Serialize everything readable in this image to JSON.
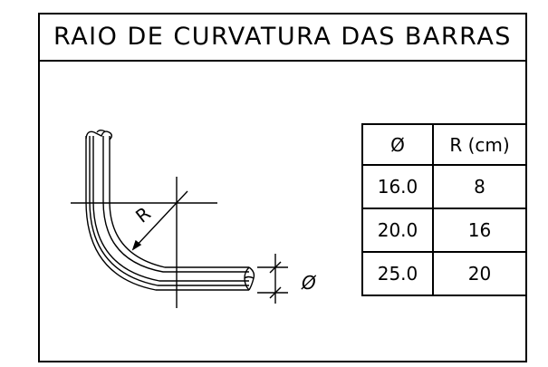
{
  "title": "RAIO DE CURVATURA DAS BARRAS",
  "table": {
    "headers": [
      "Ø",
      "R (cm)"
    ],
    "rows": [
      {
        "diameter": "16.0",
        "radius": "8"
      },
      {
        "diameter": "20.0",
        "radius": "16"
      },
      {
        "diameter": "25.0",
        "radius": "20"
      }
    ]
  },
  "drawing": {
    "radius_label": "R",
    "diameter_label": "Ø"
  }
}
